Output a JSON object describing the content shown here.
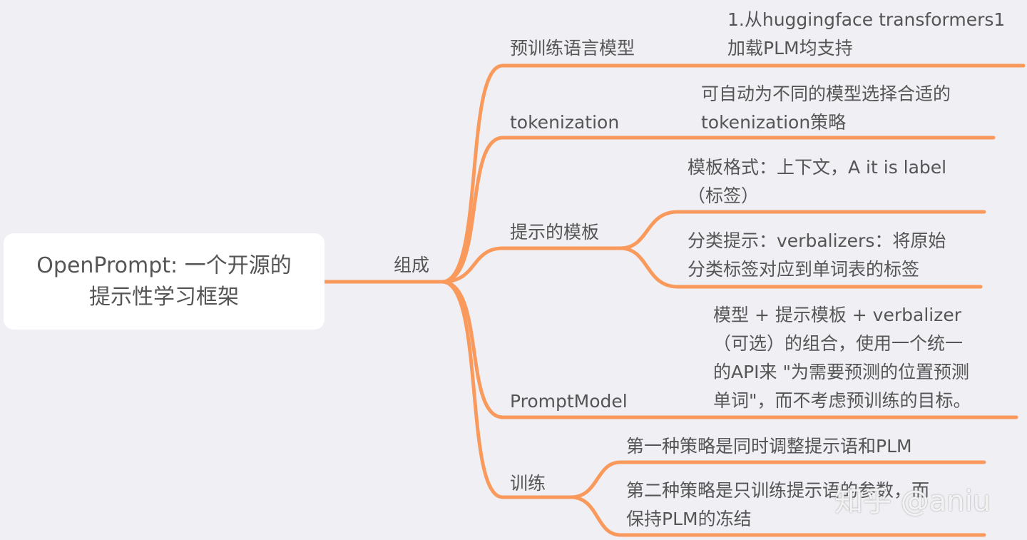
{
  "root": {
    "line1": "OpenPrompt: 一个开源的",
    "line2": "提示性学习框架"
  },
  "hub": "组成",
  "branches": [
    {
      "label": "预训练语言模型",
      "children": [
        [
          "1.从huggingface transformers1",
          "加载PLM均支持"
        ]
      ]
    },
    {
      "label": "tokenization",
      "children": [
        [
          "可自动为不同的模型选择合适的",
          "tokenization策略"
        ]
      ]
    },
    {
      "label": "提示的模板",
      "children": [
        [
          "模板格式：上下文，A it is label",
          "（标签）"
        ],
        [
          "分类提示：verbalizers：将原始",
          "分类标签对应到单词表的标签"
        ]
      ]
    },
    {
      "label": "PromptModel",
      "children": [
        [
          "模型 + 提示模板 + verbalizer",
          "（可选）的组合，使用一个统一",
          "的API来 \"为需要预测的位置预测",
          "单词\"，而不考虑预训练的目标。"
        ]
      ]
    },
    {
      "label": "训练",
      "children": [
        [
          "第一种策略是同时调整提示语和PLM"
        ],
        [
          "第二种策略是只训练提示语的参数，而",
          "保持PLM的冻结"
        ]
      ]
    }
  ],
  "watermark": "知乎 @aniu",
  "colors": {
    "line": "#f99a5c",
    "background": "#efeff4",
    "text": "#555555"
  }
}
